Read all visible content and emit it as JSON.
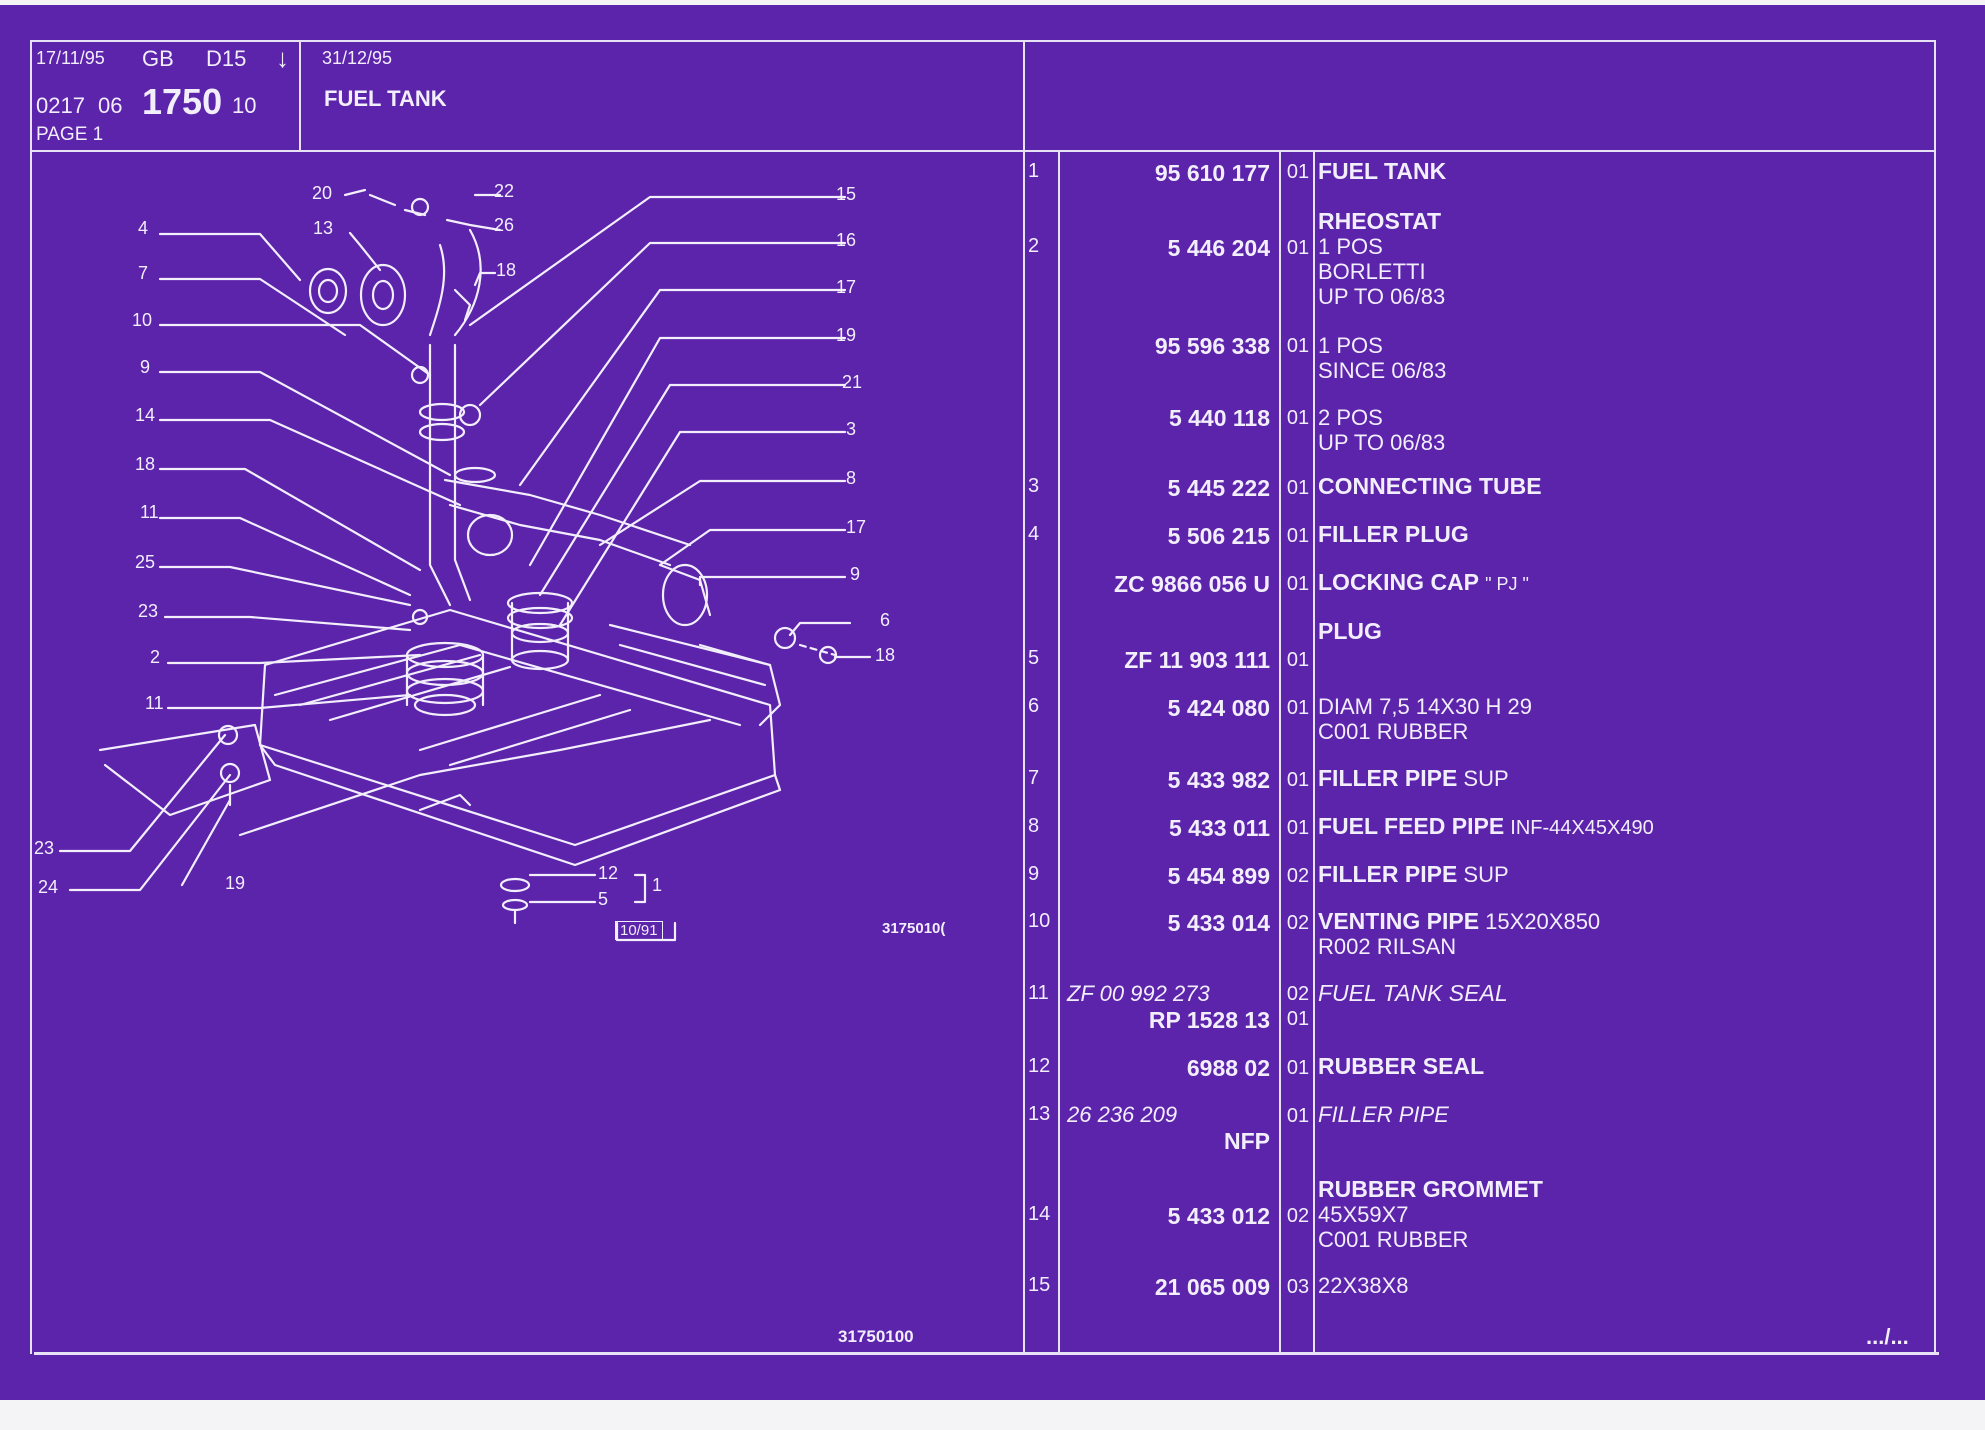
{
  "header": {
    "date": "17/11/95",
    "lang": "GB",
    "code": "D15",
    "arrow": "↓",
    "ref_prefix": "0217",
    "ref_group": "06",
    "ref_main": "1750",
    "ref_suffix": "10",
    "page": "PAGE 1",
    "date2": "31/12/95",
    "title": "FUEL TANK"
  },
  "diagram": {
    "callouts_left": [
      "20",
      "13",
      "4",
      "7",
      "10",
      "9",
      "14",
      "18",
      "11",
      "25",
      "23",
      "2",
      "11",
      "23",
      "24"
    ],
    "callouts_right": [
      "22",
      "26",
      "18",
      "15",
      "16",
      "17",
      "19",
      "21",
      "3",
      "8",
      "17",
      "9",
      "6",
      "18"
    ],
    "bottom_callouts": [
      "19",
      "12",
      "5",
      "1"
    ],
    "stamp": "10/91",
    "figure_code": "3175010(",
    "figure_id": "31750100"
  },
  "parts": [
    {
      "item": "1",
      "pn": "95 610 177",
      "qty": "01",
      "title": "FUEL TANK",
      "lines": []
    },
    {
      "item": "2",
      "pn": "5 446 204",
      "qty": "01",
      "title": "RHEOSTAT",
      "lines": [
        "1 POS",
        "BORLETTI",
        "UP TO 06/83"
      ]
    },
    {
      "item": "",
      "pn": "95 596 338",
      "qty": "01",
      "title": "",
      "lines": [
        "1 POS",
        "SINCE 06/83"
      ]
    },
    {
      "item": "",
      "pn": "5 440 118",
      "qty": "01",
      "title": "",
      "lines": [
        "2 POS",
        "UP TO 06/83"
      ]
    },
    {
      "item": "3",
      "pn": "5 445 222",
      "qty": "01",
      "title": "CONNECTING TUBE",
      "lines": []
    },
    {
      "item": "4",
      "pn": "5 506 215",
      "qty": "01",
      "title": "FILLER PLUG",
      "lines": []
    },
    {
      "item": "",
      "pn": "ZC 9866 056 U",
      "qty": "01",
      "title": "LOCKING CAP",
      "suffix": "\" PJ \"",
      "lines": []
    },
    {
      "item": "5",
      "pn": "ZF 11 903 111",
      "qty": "01",
      "title": "PLUG",
      "lines": []
    },
    {
      "item": "6",
      "pn": "5 424 080",
      "qty": "01",
      "title": "",
      "lines": [
        "DIAM 7,5 14X30 H 29",
        "C001 RUBBER"
      ]
    },
    {
      "item": "7",
      "pn": "5 433 982",
      "qty": "01",
      "title": "FILLER PIPE",
      "suffix": "SUP",
      "lines": []
    },
    {
      "item": "8",
      "pn": "5 433 011",
      "qty": "01",
      "title": "FUEL FEED PIPE",
      "suffix": "INF-44X45X490",
      "lines": []
    },
    {
      "item": "9",
      "pn": "5 454 899",
      "qty": "02",
      "title": "FILLER PIPE",
      "suffix": "SUP",
      "lines": []
    },
    {
      "item": "10",
      "pn": "5 433 014",
      "qty": "02",
      "title": "VENTING PIPE",
      "suffix": "15X20X850",
      "lines": [
        "R002 RILSAN"
      ]
    },
    {
      "item": "11",
      "pn": "ZF 00 992 273",
      "pn2": "RP 1528 13",
      "qty": "02",
      "qty2": "01",
      "title": "FUEL TANK SEAL",
      "lines": []
    },
    {
      "item": "12",
      "pn": "6988 02",
      "qty": "01",
      "title": "RUBBER SEAL",
      "lines": []
    },
    {
      "item": "13",
      "pn": "26 236 209",
      "pn2": "NFP",
      "qty": "01",
      "title": "FILLER PIPE",
      "lines": []
    },
    {
      "item": "14",
      "pn": "5 433 012",
      "qty": "02",
      "title": "RUBBER GROMMET",
      "lines": [
        "45X59X7",
        "C001 RUBBER"
      ]
    },
    {
      "item": "15",
      "pn": "21 065 009",
      "qty": "03",
      "title": "",
      "lines": [
        "22X38X8"
      ]
    }
  ],
  "footer": {
    "continued": ".../..."
  }
}
